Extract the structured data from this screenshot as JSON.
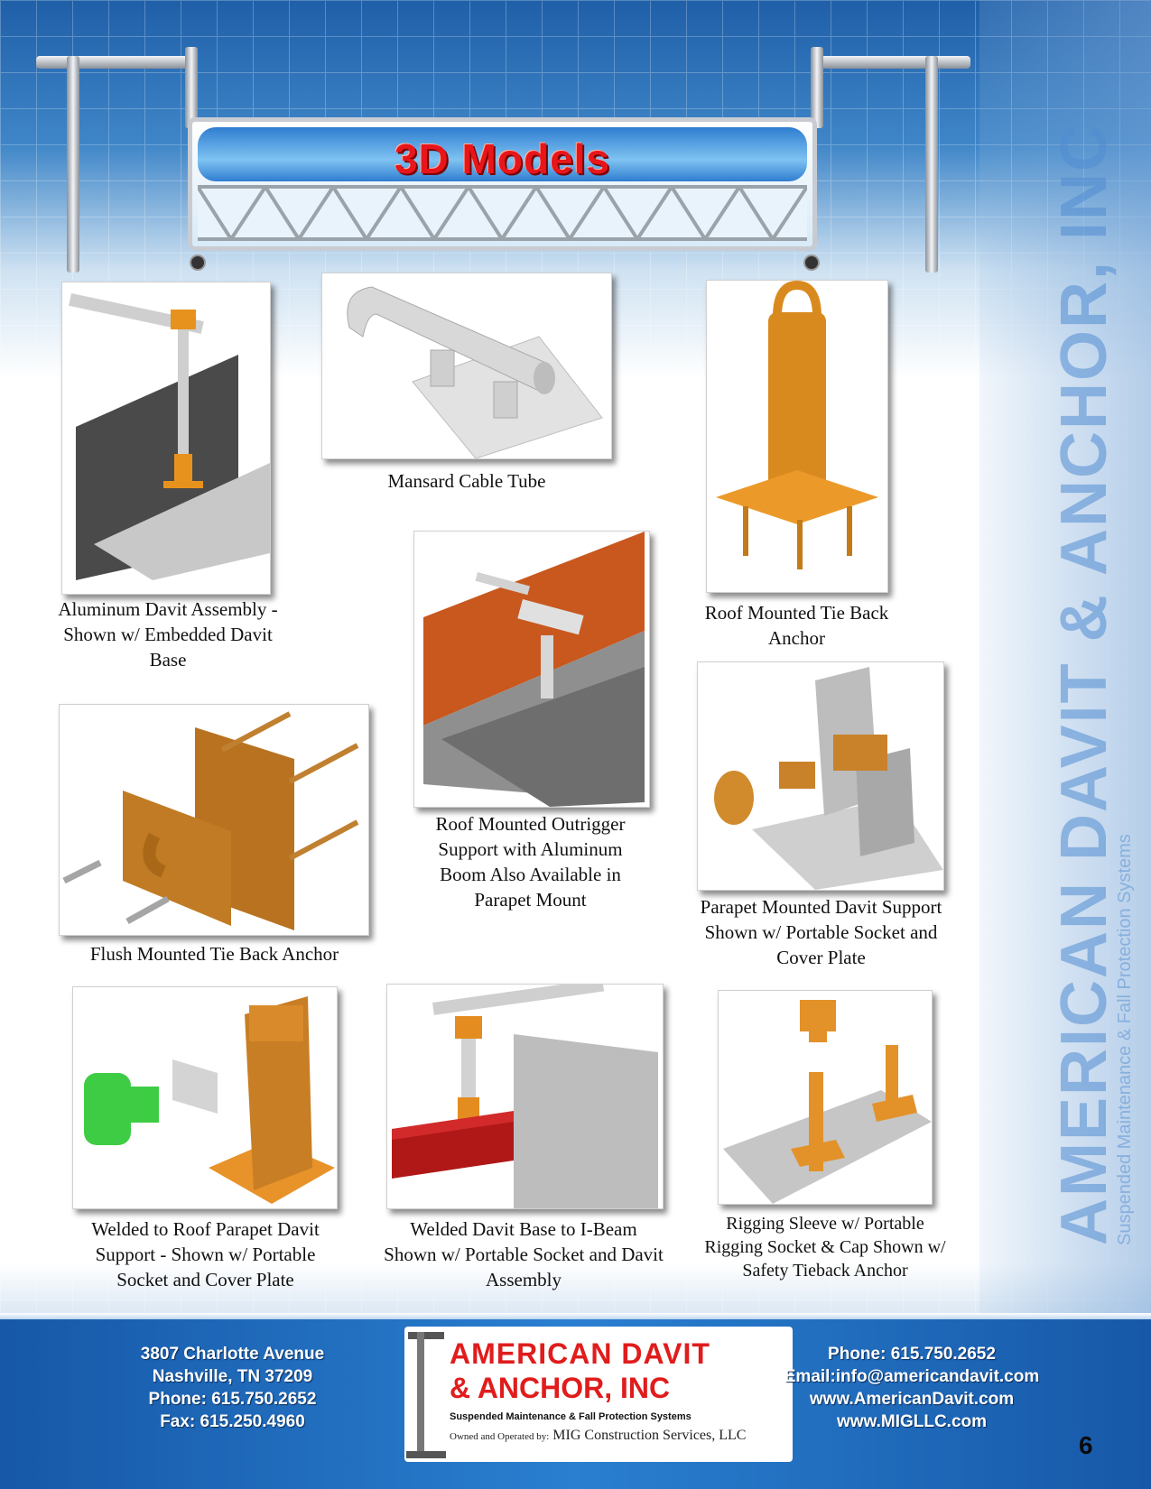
{
  "header": {
    "title": "3D Models",
    "watermark": "AMERICAN DAVIT & ANCHOR, INC",
    "watermark_sub": "Suspended Maintenance & Fall Protection Systems"
  },
  "figures": [
    {
      "caption": "Aluminum Davit Assembly - Shown w/ Embedded Davit Base"
    },
    {
      "caption": "Mansard Cable Tube"
    },
    {
      "caption": "Roof Mounted Tie Back Anchor"
    },
    {
      "caption": "Roof Mounted Outrigger Support with Aluminum Boom Also Available in Parapet Mount"
    },
    {
      "caption": "Flush Mounted Tie Back Anchor"
    },
    {
      "caption": "Parapet Mounted Davit Support Shown w/ Portable Socket and Cover Plate"
    },
    {
      "caption": "Welded to Roof Parapet Davit Support - Shown w/ Portable Socket and Cover Plate"
    },
    {
      "caption": "Welded Davit Base to I-Beam Shown w/ Portable Socket and Davit Assembly"
    },
    {
      "caption": "Rigging Sleeve w/ Portable Rigging Socket & Cap Shown w/ Safety Tieback Anchor"
    }
  ],
  "footer": {
    "address": [
      "3807 Charlotte Avenue",
      "Nashville, TN 37209",
      "Phone: 615.750.2652",
      "Fax: 615.250.4960"
    ],
    "contact": [
      "Phone: 615.750.2652",
      "Email:info@americandavit.com",
      "www.AmericanDavit.com",
      "www.MIGLLC.com"
    ],
    "logo_line1": "AMERICAN DAVIT",
    "logo_line2": "& ANCHOR, INC",
    "logo_tagline": "Suspended Maintenance & Fall Protection Systems",
    "owned_prefix": "Owned and Operated by:",
    "owned_by": "MIG Construction Services, LLC",
    "page_number": "6"
  },
  "colors": {
    "accent_red": "#e01c1c",
    "footer_blue": "#1f6cc0",
    "model_orange": "#e0892a"
  }
}
